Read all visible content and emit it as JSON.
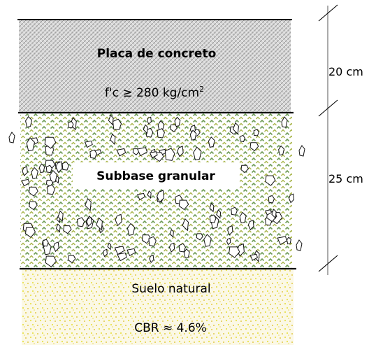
{
  "layers": [
    {
      "id": "concrete",
      "name": "Placa de concreto",
      "property": "f'c ≥ 280 kg/cm",
      "property_sup": "2",
      "thickness_label": "20 cm",
      "color": "#b9b9b9"
    },
    {
      "id": "subbase",
      "name": "Subbase granular",
      "thickness_label": "25 cm",
      "color": "#6f9c56",
      "accent_color": "#c9b24a"
    },
    {
      "id": "natural-soil",
      "name": "Suelo natural",
      "property": "CBR ≈ 4.6%",
      "color": "#e8e24f"
    }
  ]
}
